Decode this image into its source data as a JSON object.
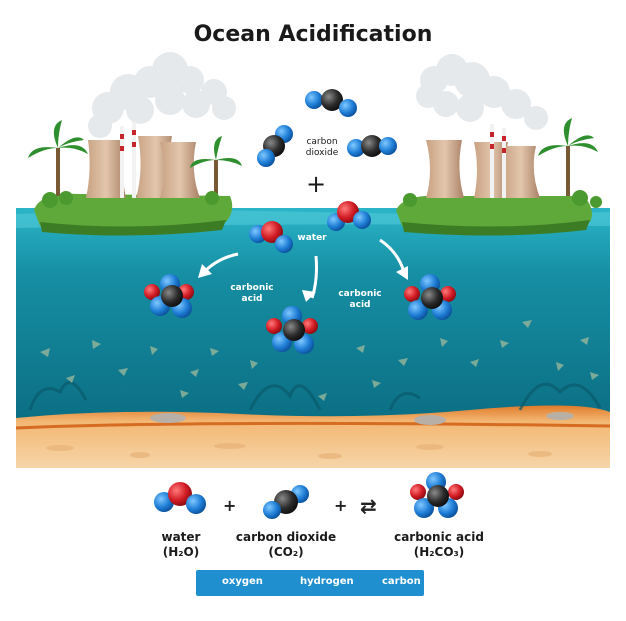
{
  "title": "Ocean Acidification",
  "scene_labels": {
    "carbon_dioxide": "carbon\ndioxide",
    "plus": "+",
    "water": "water",
    "carbonic_acid_left": "carbonic\nacid",
    "carbonic_acid_right": "carbonic\nacid"
  },
  "equation": {
    "water": "water",
    "water_formula": "(H₂O)",
    "plus1": "+",
    "carbon_dioxide": "carbon dioxide",
    "carbon_dioxide_formula": "(CO₂)",
    "plus2": "+",
    "equilibrium": "⇄",
    "carbonic_acid": "carbonic acid",
    "carbonic_acid_formula": "(H₂CO₃)"
  },
  "legend": {
    "oxygen": "oxygen",
    "hydrogen": "hydrogen",
    "carbon": "carbon"
  },
  "colors": {
    "oxygen": "#1f7ed6",
    "hydrogen": "#d11b24",
    "carbon": "#2b2b2b",
    "sea": "#11879b",
    "sand": "#f1c48a",
    "sky_water": "#2bb5c8"
  }
}
